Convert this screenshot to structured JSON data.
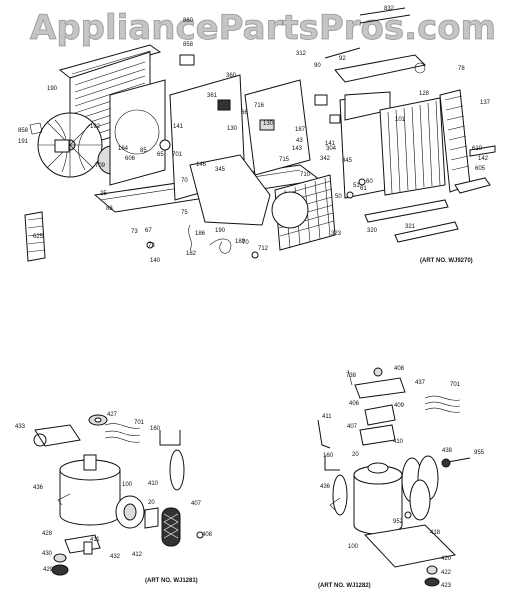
{
  "watermark": "AppliancePartsPros.com",
  "art_numbers": {
    "top": "(ART NO. WJ9270)",
    "bottom_left": "(ART NO. WJ1281)",
    "bottom_right": "(ART NO. WJ1282)"
  },
  "top_labels": [
    "860",
    "858",
    "832",
    "312",
    "78",
    "90",
    "361",
    "360",
    "128",
    "92",
    "716",
    "190",
    "141",
    "187",
    "304",
    "858",
    "191",
    "192",
    "164",
    "701",
    "146",
    "70",
    "65",
    "66",
    "130",
    "715",
    "710",
    "130",
    "141",
    "345",
    "345",
    "137",
    "610",
    "142",
    "709",
    "25",
    "606",
    "143",
    "43",
    "342",
    "88",
    "101",
    "605",
    "321",
    "625",
    "73",
    "67",
    "190",
    "186",
    "140",
    "182",
    "188",
    "70",
    "712",
    "323",
    "320",
    "50",
    "51",
    "60",
    "61",
    "73",
    "75",
    "85"
  ],
  "bl_labels": [
    "427",
    "433",
    "701",
    "160",
    "436",
    "100",
    "410",
    "20",
    "407",
    "408",
    "428",
    "430",
    "432",
    "412",
    "411",
    "429"
  ],
  "br_labels": [
    "738",
    "408",
    "437",
    "701",
    "406",
    "409",
    "411",
    "407",
    "160",
    "20",
    "410",
    "438",
    "955",
    "436",
    "952",
    "418",
    "100",
    "420",
    "422",
    "423"
  ]
}
